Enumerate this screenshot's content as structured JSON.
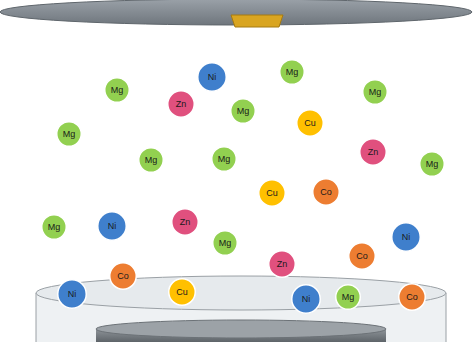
{
  "diagram": {
    "nodes": [
      {
        "text": [
          "Mg"
        ]
      },
      {
        "text": [
          "Ni"
        ]
      },
      {
        "text": [
          "Mg"
        ]
      },
      {
        "text": [
          "Mg"
        ]
      },
      {
        "text": [
          "Zn"
        ]
      },
      {
        "text": [
          "Mg"
        ]
      },
      {
        "text": [
          "Cu"
        ]
      },
      {
        "text": [
          "Mg"
        ]
      },
      {
        "text": [
          "Zn"
        ]
      },
      {
        "text": [
          "Mg"
        ]
      },
      {
        "text": [
          "Mg"
        ]
      },
      {
        "text": [
          "Mg"
        ]
      },
      {
        "text": [
          "Cu"
        ]
      },
      {
        "text": [
          "Co"
        ]
      },
      {
        "text": [
          "Zn"
        ]
      },
      {
        "text": [
          "Ni"
        ]
      },
      {
        "text": [
          "Mg"
        ]
      },
      {
        "text": [
          "Ni"
        ]
      },
      {
        "text": [
          "Mg"
        ]
      },
      {
        "text": [
          "Co"
        ]
      },
      {
        "text": [
          "Zn"
        ]
      },
      {
        "text": [
          "Co"
        ]
      },
      {
        "text": [
          "Cu"
        ]
      },
      {
        "text": [
          "Ni"
        ]
      },
      {
        "text": [
          "Mg"
        ]
      },
      {
        "text": [
          "Ni"
        ]
      },
      {
        "text": [
          "Co"
        ]
      }
    ]
  }
}
